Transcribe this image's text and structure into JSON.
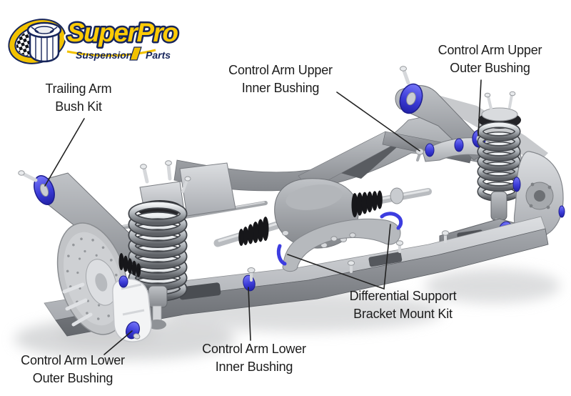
{
  "logo": {
    "brand": "SuperPro",
    "tagline_left": "Suspension",
    "tagline_right": "Parts",
    "colors": {
      "yellow": "#f2c200",
      "navy": "#16255b"
    }
  },
  "diagram": {
    "labels": [
      {
        "id": "trailing-arm-bush-kit",
        "line1": "Trailing Arm",
        "line2": "Bush Kit"
      },
      {
        "id": "control-arm-upper-inner",
        "line1": "Control Arm Upper",
        "line2": "Inner Bushing"
      },
      {
        "id": "control-arm-upper-outer",
        "line1": "Control Arm Upper",
        "line2": "Outer Bushing"
      },
      {
        "id": "control-arm-lower-outer",
        "line1": "Control Arm Lower",
        "line2": "Outer Bushing"
      },
      {
        "id": "control-arm-lower-inner",
        "line1": "Control Arm Lower",
        "line2": "Inner Bushing"
      },
      {
        "id": "differential-support-bracket",
        "line1": "Differential Support",
        "line2": "Bracket Mount Kit"
      }
    ],
    "colors": {
      "bushing_blue": "#3a3ade",
      "metal_light": "#d7d9dc",
      "metal_dark": "#6b6e73",
      "label_text": "#1c1c1c"
    }
  }
}
